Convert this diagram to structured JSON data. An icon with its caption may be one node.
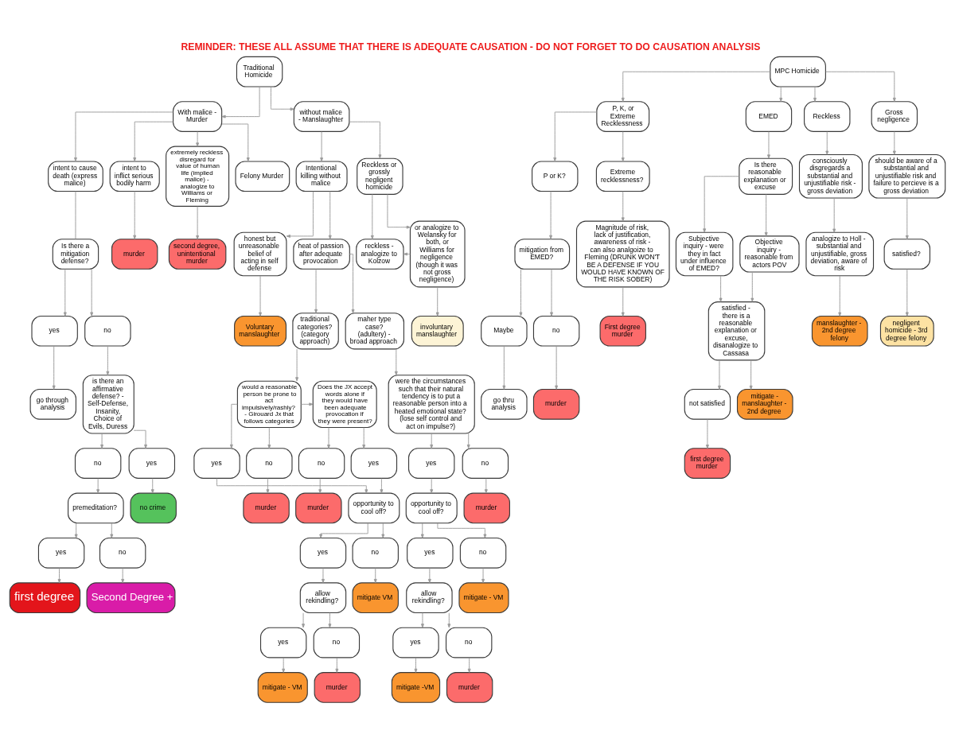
{
  "diagram": {
    "title": "REMINDER: THESE ALL ASSUME THAT THERE IS ADEQUATE CAUSATION - DO NOT FORGET TO DO CAUSATION ANALYSIS",
    "nodes": [
      {
        "text": [
          "Traditional Homicide"
        ]
      },
      {
        "text": [
          "With malice - Murder"
        ]
      },
      {
        "text": [
          "without malice - Manslaughter"
        ]
      },
      {
        "text": [
          "intent to cause death (express malice)"
        ]
      },
      {
        "text": [
          "intent to inflict serious bodily harm"
        ]
      },
      {
        "text": [
          "extremely reckless disregard for value of human life (implied malice) - analogize to Williams or Fleming"
        ]
      },
      {
        "text": [
          "Felony Murder"
        ]
      },
      {
        "text": [
          "Is there a mitigation defense?"
        ]
      },
      {
        "text": [
          "yes"
        ]
      },
      {
        "text": [
          "no"
        ]
      },
      {
        "text": [
          "go through analysis"
        ]
      },
      {
        "text": [
          "is there an affirmative defense? - Self-Defense, Insanity, Choice of Evils, Duress"
        ]
      },
      {
        "text": [
          "murder"
        ]
      },
      {
        "text": [
          "second degree, unintentional murder"
        ]
      },
      {
        "text": [
          "no"
        ]
      },
      {
        "text": [
          "yes"
        ]
      },
      {
        "text": [
          "premeditation?"
        ]
      },
      {
        "text": [
          "no crime"
        ]
      },
      {
        "text": [
          "yes"
        ]
      },
      {
        "text": [
          "no"
        ]
      },
      {
        "text": [
          "first degree"
        ]
      },
      {
        "text": [
          "Second Degree +"
        ]
      },
      {
        "text": [
          "Intentional killing without malice"
        ]
      },
      {
        "text": [
          "Reckless or grossly negligent homicide"
        ]
      },
      {
        "text": [
          "honest but unreasonable belief of acting in self defense"
        ]
      },
      {
        "text": [
          "heat of passion after adequate provocation"
        ]
      },
      {
        "text": [
          "Voluntary manslaughter"
        ]
      },
      {
        "text": [
          "traditional categories? (category approach)"
        ]
      },
      {
        "text": [
          "maher type case? (adultery) - broad approach"
        ]
      },
      {
        "text": [
          "would a reasonable person be prone to act impulsively/rashly? - Girouard Jx that follows categories"
        ]
      },
      {
        "text": [
          "Does the JX accept words alone if they would have been adequate provocation if they were present?"
        ]
      },
      {
        "text": [
          "yes"
        ]
      },
      {
        "text": [
          "no"
        ]
      },
      {
        "text": [
          "no"
        ]
      },
      {
        "text": [
          "yes"
        ]
      },
      {
        "text": [
          "murder"
        ]
      },
      {
        "text": [
          "opportunity to cool off?"
        ]
      },
      {
        "text": [
          "murder"
        ]
      },
      {
        "text": [
          "yes"
        ]
      },
      {
        "text": [
          "no"
        ]
      },
      {
        "text": [
          "allow rekindling?"
        ]
      },
      {
        "text": [
          "mitigate VM"
        ]
      },
      {
        "text": [
          "yes"
        ]
      },
      {
        "text": [
          "no"
        ]
      },
      {
        "text": [
          "mitigate - VM"
        ]
      },
      {
        "text": [
          "murder"
        ]
      },
      {
        "text": [
          "were the circumstances such that their natural tendency is to put a reasonable person into a heated emotional state? (lose self control and act on impulse?)"
        ]
      },
      {
        "text": [
          "yes"
        ]
      },
      {
        "text": [
          "no"
        ]
      },
      {
        "text": [
          "murder"
        ]
      },
      {
        "text": [
          "opportunity to cool off?"
        ]
      },
      {
        "text": [
          "yes"
        ]
      },
      {
        "text": [
          "no"
        ]
      },
      {
        "text": [
          "allow rekindling?"
        ]
      },
      {
        "text": [
          "mitigate - VM"
        ]
      },
      {
        "text": [
          "yes"
        ]
      },
      {
        "text": [
          "no"
        ]
      },
      {
        "text": [
          "mitigate -VM"
        ]
      },
      {
        "text": [
          "murder"
        ]
      },
      {
        "text": [
          "reckless - analogize to Kolzow"
        ]
      },
      {
        "text": [
          "or analogize to Welansky for both, or Williams for negligence (though it was not gross negligence)"
        ]
      },
      {
        "text": [
          "involuntary manslaughter"
        ]
      },
      {
        "text": [
          "MPC Homicide"
        ]
      },
      {
        "text": [
          "P, K, or Extreme Recklessness"
        ]
      },
      {
        "text": [
          "EMED"
        ]
      },
      {
        "text": [
          "Reckless"
        ]
      },
      {
        "text": [
          "Gross negligence"
        ]
      },
      {
        "text": [
          "P or K?"
        ]
      },
      {
        "text": [
          "Extreme recklessness?"
        ]
      },
      {
        "text": [
          "mitigation from EMED?"
        ]
      },
      {
        "text": [
          "Maybe"
        ]
      },
      {
        "text": [
          "no"
        ]
      },
      {
        "text": [
          "go thru analysis"
        ]
      },
      {
        "text": [
          "murder"
        ]
      },
      {
        "text": [
          "Magnitude of risk, lack of justification, awareness of risk - can also analgoize to Fleming (DRUNK WON'T BE A DEFENSE IF YOU WOULD HAVE KNOWN OF THE RISK SOBER)"
        ]
      },
      {
        "text": [
          "First degree murder"
        ]
      },
      {
        "text": [
          "Is there reasonable explanation or excuse"
        ]
      },
      {
        "text": [
          "Subjective inquiry - were they in fact under influence of EMED?"
        ]
      },
      {
        "text": [
          "Objective inquiry - reasonable from actors POV"
        ]
      },
      {
        "text": [
          "not satisfied"
        ]
      },
      {
        "text": [
          "satisfied - there is a reasonable explanation or excuse, disanalogize to Cassasa"
        ]
      },
      {
        "text": [
          "first degree murder"
        ]
      },
      {
        "text": [
          "mitigate - manslaughter - 2nd degree"
        ]
      },
      {
        "text": [
          "consciously disgregards a substantial and unjustifiable risk - gross deviation"
        ]
      },
      {
        "text": [
          "analogize to Holl - substantial and unjustifiable, gross deviation, aware of risk"
        ]
      },
      {
        "text": [
          "manslaughter - 2nd degree felony"
        ]
      },
      {
        "text": [
          "should be aware of a substantial and unjustifiable risk and failure to percieve is a gross deviation"
        ]
      },
      {
        "text": [
          "satisfied?"
        ]
      },
      {
        "text": [
          "negligent homicide - 3rd degree felony"
        ]
      }
    ],
    "edges": [
      {
        "from": 0,
        "to": 1,
        "arrow": "to"
      },
      {
        "from": 0,
        "to": 2,
        "arrow": "to"
      },
      {
        "from": 1,
        "to": 3,
        "arrow": "to"
      },
      {
        "from": 1,
        "to": 4,
        "arrow": "to"
      },
      {
        "from": 1,
        "to": 5,
        "arrow": "to"
      },
      {
        "from": 1,
        "to": 6,
        "arrow": "to"
      },
      {
        "from": 3,
        "to": 7,
        "arrow": "none"
      },
      {
        "from": 7,
        "to": 8,
        "arrow": "to"
      },
      {
        "from": 7,
        "to": 9,
        "arrow": "to"
      },
      {
        "from": 8,
        "to": 10,
        "arrow": "to"
      },
      {
        "from": 9,
        "to": 11,
        "arrow": "to"
      },
      {
        "from": 4,
        "to": 12,
        "arrow": "to"
      },
      {
        "from": 5,
        "to": 13,
        "arrow": "to"
      },
      {
        "from": 11,
        "to": 14,
        "arrow": "to"
      },
      {
        "from": 11,
        "to": 15,
        "arrow": "to"
      },
      {
        "from": 14,
        "to": 16,
        "arrow": "to"
      },
      {
        "from": 15,
        "to": 17,
        "arrow": "to"
      },
      {
        "from": 16,
        "to": 18,
        "arrow": "to"
      },
      {
        "from": 16,
        "to": 19,
        "arrow": "to"
      },
      {
        "from": 18,
        "to": 20,
        "arrow": "to"
      },
      {
        "from": 19,
        "to": 21,
        "arrow": "to"
      },
      {
        "from": 2,
        "to": 22,
        "arrow": "to"
      },
      {
        "from": 2,
        "to": 23,
        "arrow": "to"
      },
      {
        "from": 22,
        "to": 24,
        "arrow": "to"
      },
      {
        "from": 22,
        "to": 25,
        "arrow": "to"
      },
      {
        "from": 24,
        "to": 26,
        "arrow": "to"
      },
      {
        "from": 25,
        "to": 27,
        "arrow": "to"
      },
      {
        "from": 25,
        "to": 28,
        "arrow": "to"
      },
      {
        "from": 27,
        "to": 29,
        "arrow": "to"
      },
      {
        "from": 29,
        "to": 30,
        "arrow": "to"
      },
      {
        "from": 30,
        "to": 33,
        "arrow": "to"
      },
      {
        "from": 30,
        "to": 34,
        "arrow": "to"
      },
      {
        "from": 33,
        "to": 37,
        "arrow": "to"
      },
      {
        "from": 29,
        "to": 31,
        "arrow": "to"
      },
      {
        "from": 29,
        "to": 32,
        "arrow": "to"
      },
      {
        "from": 32,
        "to": 35,
        "arrow": "to"
      },
      {
        "from": 31,
        "to": 36,
        "arrow": "to"
      },
      {
        "from": 34,
        "to": 36,
        "arrow": "to"
      },
      {
        "from": 36,
        "to": 38,
        "arrow": "to"
      },
      {
        "from": 36,
        "to": 39,
        "arrow": "to"
      },
      {
        "from": 38,
        "to": 40,
        "arrow": "to"
      },
      {
        "from": 39,
        "to": 41,
        "arrow": "to"
      },
      {
        "from": 40,
        "to": 42,
        "arrow": "to"
      },
      {
        "from": 40,
        "to": 43,
        "arrow": "to"
      },
      {
        "from": 42,
        "to": 44,
        "arrow": "to"
      },
      {
        "from": 43,
        "to": 45,
        "arrow": "to"
      },
      {
        "from": 28,
        "to": 46,
        "arrow": "to"
      },
      {
        "from": 46,
        "to": 47,
        "arrow": "to"
      },
      {
        "from": 46,
        "to": 48,
        "arrow": "to"
      },
      {
        "from": 48,
        "to": 49,
        "arrow": "to"
      },
      {
        "from": 47,
        "to": 50,
        "arrow": "to"
      },
      {
        "from": 50,
        "to": 51,
        "arrow": "to"
      },
      {
        "from": 50,
        "to": 52,
        "arrow": "to"
      },
      {
        "from": 51,
        "to": 53,
        "arrow": "to"
      },
      {
        "from": 52,
        "to": 54,
        "arrow": "to"
      },
      {
        "from": 53,
        "to": 55,
        "arrow": "to"
      },
      {
        "from": 53,
        "to": 56,
        "arrow": "to"
      },
      {
        "from": 55,
        "to": 57,
        "arrow": "to"
      },
      {
        "from": 56,
        "to": 58,
        "arrow": "to"
      },
      {
        "from": 23,
        "to": 59,
        "arrow": "to"
      },
      {
        "from": 23,
        "to": 60,
        "arrow": "to"
      },
      {
        "from": 60,
        "to": 59,
        "arrow": "to"
      },
      {
        "from": 60,
        "to": 61,
        "arrow": "to"
      },
      {
        "from": 62,
        "to": 63,
        "arrow": "to"
      },
      {
        "from": 62,
        "to": 64,
        "arrow": "to"
      },
      {
        "from": 62,
        "to": 65,
        "arrow": "to"
      },
      {
        "from": 62,
        "to": 66,
        "arrow": "to"
      },
      {
        "from": 63,
        "to": 67,
        "arrow": "to"
      },
      {
        "from": 63,
        "to": 68,
        "arrow": "to"
      },
      {
        "from": 67,
        "to": 69,
        "arrow": "to"
      },
      {
        "from": 69,
        "to": 70,
        "arrow": "to"
      },
      {
        "from": 69,
        "to": 71,
        "arrow": "to"
      },
      {
        "from": 70,
        "to": 72,
        "arrow": "to"
      },
      {
        "from": 71,
        "to": 73,
        "arrow": "to"
      },
      {
        "from": 68,
        "to": 74,
        "arrow": "to"
      },
      {
        "from": 74,
        "to": 75,
        "arrow": "to"
      },
      {
        "from": 64,
        "to": 76,
        "arrow": "to"
      },
      {
        "from": 76,
        "to": 77,
        "arrow": "to"
      },
      {
        "from": 76,
        "to": 78,
        "arrow": "to"
      },
      {
        "from": 77,
        "to": 80,
        "arrow": "to"
      },
      {
        "from": 78,
        "to": 80,
        "arrow": "to"
      },
      {
        "from": 80,
        "to": 79,
        "arrow": "to"
      },
      {
        "from": 79,
        "to": 81,
        "arrow": "to"
      },
      {
        "from": 80,
        "to": 82,
        "arrow": "to"
      },
      {
        "from": 65,
        "to": 83,
        "arrow": "to"
      },
      {
        "from": 83,
        "to": 84,
        "arrow": "to"
      },
      {
        "from": 84,
        "to": 85,
        "arrow": "to"
      },
      {
        "from": 66,
        "to": 86,
        "arrow": "to"
      },
      {
        "from": 86,
        "to": 87,
        "arrow": "to"
      },
      {
        "from": 87,
        "to": 88,
        "arrow": "to"
      }
    ]
  }
}
